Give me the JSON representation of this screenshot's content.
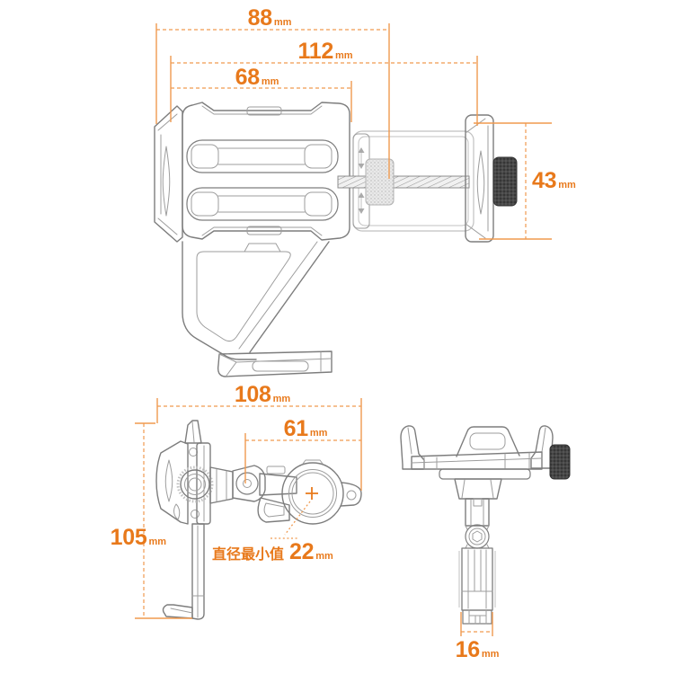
{
  "title": "Phone holder clamp dimension diagram",
  "colors": {
    "accent_text": "#E8791B",
    "accent_line": "#F09A4F",
    "line": "#7d7d7d",
    "line_soft": "#9d9d9d",
    "line_light": "#c0c0c0",
    "dark": "#3f3f3f",
    "bg": "#ffffff"
  },
  "views": {
    "top": "top view of phone clamp with threaded rod and knob",
    "side": "side view of holder with handlebar clamp ring",
    "front": "front view of holder arm with knob"
  },
  "dimensions": {
    "back_plate_width": {
      "value": "88",
      "unit": "mm"
    },
    "overall_width": {
      "value": "112",
      "unit": "mm"
    },
    "inner_width": {
      "value": "68",
      "unit": "mm"
    },
    "clamp_height": {
      "value": "43",
      "unit": "mm"
    },
    "side_depth": {
      "value": "108",
      "unit": "mm"
    },
    "arm_reach": {
      "value": "61",
      "unit": "mm"
    },
    "side_height": {
      "value": "105",
      "unit": "mm"
    },
    "ring_min_diameter": {
      "label": "直径最小值",
      "value": "22",
      "unit": "mm"
    },
    "arm_width": {
      "value": "16",
      "unit": "mm"
    }
  }
}
